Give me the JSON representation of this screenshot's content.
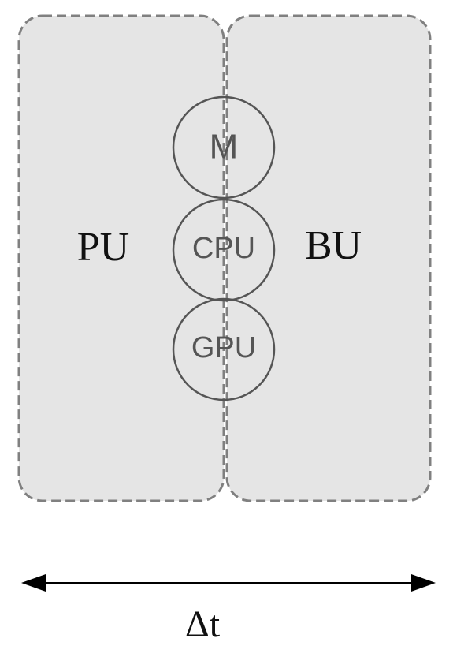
{
  "diagram": {
    "left_region": {
      "label": "PU"
    },
    "right_region": {
      "label": "BU"
    },
    "nodes": [
      {
        "id": "m",
        "label": "M"
      },
      {
        "id": "cpu",
        "label": "CPU"
      },
      {
        "id": "gpu",
        "label": "GPU"
      }
    ],
    "time_axis": {
      "label": "Δt"
    }
  }
}
